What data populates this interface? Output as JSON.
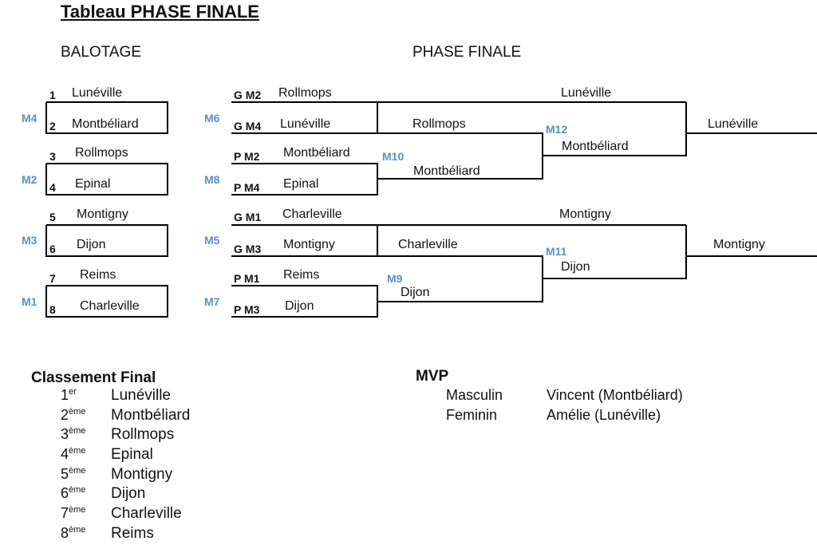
{
  "title": "Tableau PHASE FINALE",
  "headers": {
    "balotage": "BALOTAGE",
    "phase_finale": "PHASE FINALE"
  },
  "balotage": {
    "matches": [
      {
        "label": "M4",
        "seed_top": "1",
        "team_top": "Lunéville",
        "seed_bottom": "2",
        "team_bottom": "Montbéliard"
      },
      {
        "label": "M2",
        "seed_top": "3",
        "team_top": "Rollmops",
        "seed_bottom": "4",
        "team_bottom": "Epinal"
      },
      {
        "label": "M3",
        "seed_top": "5",
        "team_top": "Montigny",
        "seed_bottom": "6",
        "team_bottom": "Dijon"
      },
      {
        "label": "M1",
        "seed_top": "7",
        "team_top": "Reims",
        "seed_bottom": "8",
        "team_bottom": "Charleville"
      }
    ]
  },
  "quarters": {
    "matches": [
      {
        "label": "M6",
        "slot_top": "G M2",
        "team_top": "Rollmops",
        "slot_bottom": "G M4",
        "team_bottom": "Lunéville"
      },
      {
        "label": "M8",
        "slot_top": "P M2",
        "team_top": "Montbéliard",
        "slot_bottom": "P M4",
        "team_bottom": "Epinal"
      },
      {
        "label": "M5",
        "slot_top": "G M1",
        "team_top": "Charleville",
        "slot_bottom": "G M3",
        "team_bottom": "Montigny"
      },
      {
        "label": "M7",
        "slot_top": "P M1",
        "team_top": "Reims",
        "slot_bottom": "P M3",
        "team_bottom": "Dijon"
      }
    ]
  },
  "semis": {
    "m6_winner": "Lunéville",
    "m6_loser": "Rollmops",
    "m10_label": "M10",
    "m10_winner": "Montbéliard",
    "m12_label": "M12",
    "m12_loser": "Montbéliard",
    "final_top": "Lunéville",
    "m5_winner": "Montigny",
    "m5_loser": "Charleville",
    "m9_label": "M9",
    "m9_winner": "Dijon",
    "m11_label": "M11",
    "m11_loser": "Dijon",
    "final_bottom": "Montigny"
  },
  "classement": {
    "title": "Classement Final",
    "rows": [
      {
        "num": "1",
        "suffix": "er",
        "team": "Lunéville"
      },
      {
        "num": "2",
        "suffix": "ème",
        "team": "Montbéliard"
      },
      {
        "num": "3",
        "suffix": "ème",
        "team": "Rollmops"
      },
      {
        "num": "4",
        "suffix": "ème",
        "team": "Epinal"
      },
      {
        "num": "5",
        "suffix": "ème",
        "team": "Montigny"
      },
      {
        "num": "6",
        "suffix": "ème",
        "team": "Dijon"
      },
      {
        "num": "7",
        "suffix": "ème",
        "team": "Charleville"
      },
      {
        "num": "8",
        "suffix": "ème",
        "team": "Reims"
      }
    ]
  },
  "mvp": {
    "title": "MVP",
    "rows": [
      {
        "category": "Masculin",
        "player": "Vincent (Montbéliard)"
      },
      {
        "category": "Feminin",
        "player": "Amélie (Lunéville)"
      }
    ]
  }
}
